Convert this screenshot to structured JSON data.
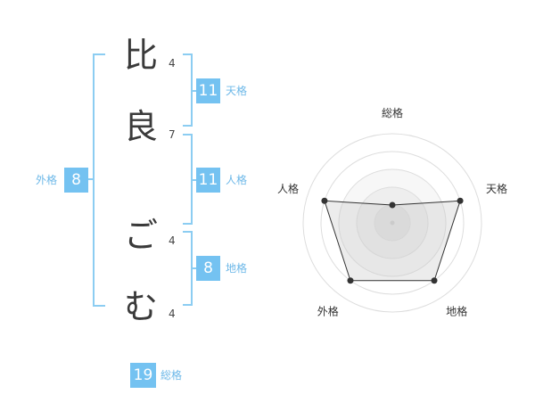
{
  "name": {
    "chars": [
      {
        "char": "比",
        "strokes": "4"
      },
      {
        "char": "良",
        "strokes": "7"
      },
      {
        "char": "ご",
        "strokes": "4"
      },
      {
        "char": "む",
        "strokes": "4"
      }
    ]
  },
  "fortune": {
    "tenkaku": {
      "value": "11",
      "label": "天格"
    },
    "jinkaku": {
      "value": "11",
      "label": "人格"
    },
    "chikaku": {
      "value": "8",
      "label": "地格"
    },
    "gaikaku": {
      "value": "8",
      "label": "外格"
    },
    "soukaku": {
      "value": "19",
      "label": "総格"
    }
  },
  "colors": {
    "accent": "#74c2f1",
    "bracket": "#8ccdf2"
  },
  "chart_data": {
    "type": "radar",
    "axes": [
      "総格",
      "天格",
      "地格",
      "外格",
      "人格"
    ],
    "values": [
      1,
      4,
      4,
      4,
      4
    ],
    "max": 5
  }
}
